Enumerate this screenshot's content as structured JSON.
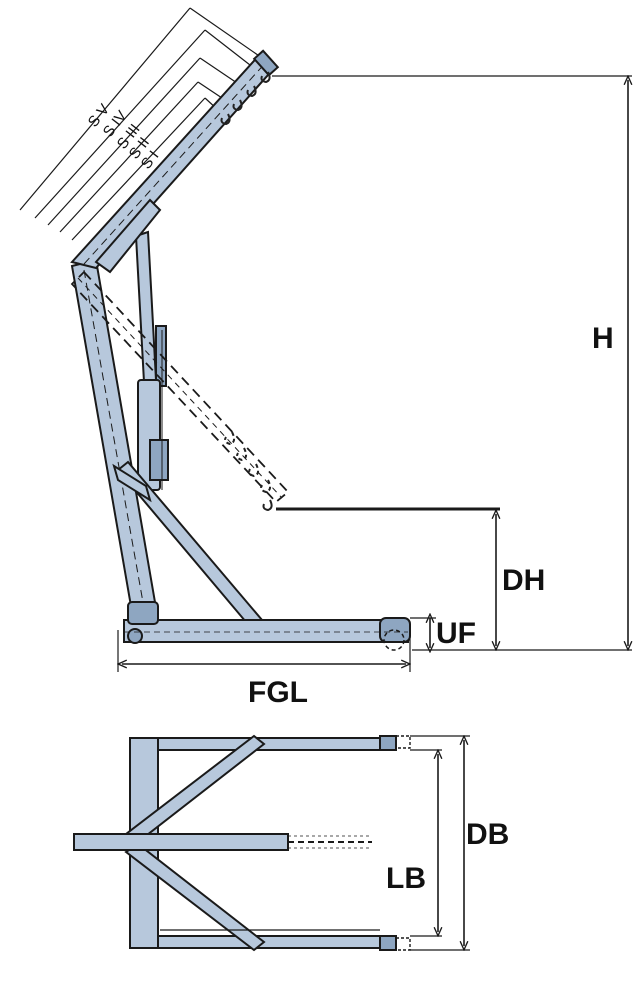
{
  "side_view": {
    "labels": {
      "height": "H",
      "lift_height": "DH",
      "underfoot": "UF",
      "frame_length": "FGL"
    },
    "boom_positions": [
      "S V",
      "S IV",
      "S III",
      "S II",
      "S I"
    ]
  },
  "top_view": {
    "labels": {
      "outer_width": "DB",
      "inner_width": "LB"
    }
  },
  "colors": {
    "steel": "#b7c8dc",
    "steel_dark": "#8ea6c1",
    "line": "#1a1a1a"
  }
}
